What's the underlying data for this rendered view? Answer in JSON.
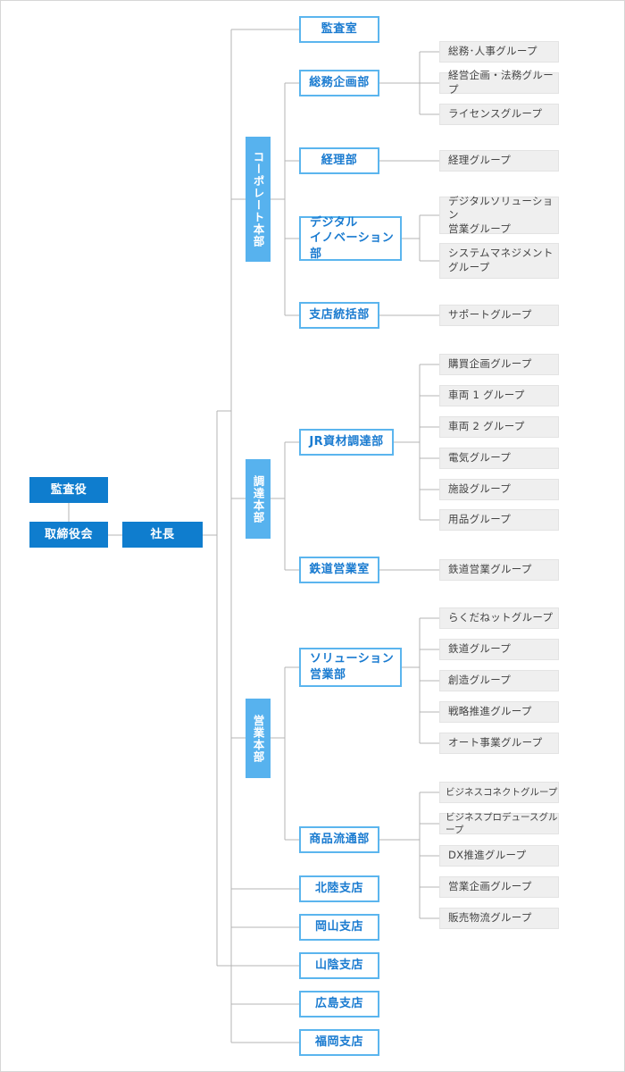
{
  "top": {
    "kansayaku": "監査役",
    "torishimariyakukai": "取締役会",
    "shacho": "社長"
  },
  "kansashitsu": "監査室",
  "corporate": {
    "name": "コーポレート本部",
    "departments": [
      {
        "name": "総務企画部",
        "groups": [
          "総務･人事グループ",
          "経営企画・法務グループ",
          "ライセンスグループ"
        ]
      },
      {
        "name": "経理部",
        "groups": [
          "経理グループ"
        ]
      },
      {
        "name": "デジタル\nイノベーション部",
        "groups": [
          "デジタルソリューション\n営業グループ",
          "システムマネジメント\nグループ"
        ]
      },
      {
        "name": "支店統括部",
        "groups": [
          "サポートグループ"
        ]
      }
    ]
  },
  "procurement": {
    "name": "調達本部",
    "departments": [
      {
        "name": "JR資材調達部",
        "groups": [
          "購買企画グループ",
          "車両 1 グループ",
          "車両 2 グループ",
          "電気グループ",
          "施設グループ",
          "用品グループ"
        ]
      },
      {
        "name": "鉄道営業室",
        "groups": [
          "鉄道営業グループ"
        ]
      }
    ]
  },
  "sales": {
    "name": "営業本部",
    "departments": [
      {
        "name": "ソリューション\n営業部",
        "groups": [
          "らくだねットグループ",
          "鉄道グループ",
          "創造グループ",
          "戦略推進グループ",
          "オート事業グループ"
        ]
      },
      {
        "name": "商品流通部",
        "groups": [
          "ビジネスコネクトグループ",
          "ビジネスプロデュースグループ",
          "DX推進グループ",
          "営業企画グループ",
          "販売物流グループ"
        ]
      }
    ]
  },
  "branches": [
    "北陸支店",
    "岡山支店",
    "山陰支店",
    "広島支店",
    "福岡支店"
  ]
}
